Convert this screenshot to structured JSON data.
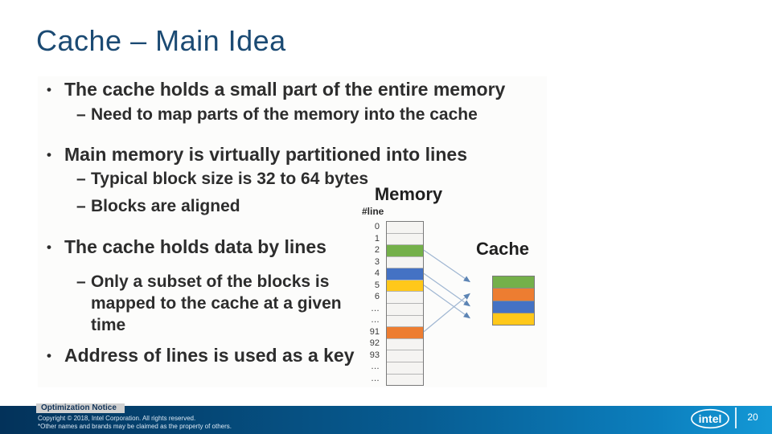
{
  "slide": {
    "title": "Cache – Main Idea",
    "title_color": "#1b4a73",
    "bullet_marker": "•",
    "sub_marker": "–",
    "bullets": [
      {
        "level": 1,
        "text": "The cache holds a small part of the entire memory"
      },
      {
        "level": 2,
        "text": "Need to map parts of the memory into the cache"
      },
      {
        "level": 1,
        "text": "Main memory is virtually partitioned into lines"
      },
      {
        "level": 2,
        "text": "Typical block size is 32 to 64 bytes"
      },
      {
        "level": 2,
        "text": "Blocks are aligned"
      },
      {
        "level": 1,
        "text": "The cache holds data by lines"
      },
      {
        "level": 2,
        "text": "Only a subset of the blocks is mapped to the cache at a given time"
      },
      {
        "level": 1,
        "text": "Address of lines is used as a key"
      }
    ]
  },
  "diagram": {
    "memory_label": "Memory",
    "line_index_label": "#line",
    "cache_label": "Cache",
    "memory_rows": [
      {
        "label": "0",
        "color": null
      },
      {
        "label": "1",
        "color": null
      },
      {
        "label": "2",
        "color": "green"
      },
      {
        "label": "3",
        "color": null
      },
      {
        "label": "4",
        "color": "blue"
      },
      {
        "label": "5",
        "color": "yellow"
      },
      {
        "label": "6",
        "color": null
      },
      {
        "label": "…",
        "color": null
      },
      {
        "label": "…",
        "color": null
      },
      {
        "label": "91",
        "color": "orange"
      },
      {
        "label": "92",
        "color": null
      },
      {
        "label": "93",
        "color": null
      },
      {
        "label": "…",
        "color": null
      },
      {
        "label": "…",
        "color": null
      }
    ],
    "cache_slots": [
      "green",
      "orange",
      "blue",
      "yellow"
    ],
    "mappings": [
      {
        "memory_line": "2",
        "memory_row_index": 2,
        "cache_slot_index": 0,
        "color": "green"
      },
      {
        "memory_line": "4",
        "memory_row_index": 4,
        "cache_slot_index": 2,
        "color": "blue"
      },
      {
        "memory_line": "5",
        "memory_row_index": 5,
        "cache_slot_index": 3,
        "color": "yellow"
      },
      {
        "memory_line": "91",
        "memory_row_index": 9,
        "cache_slot_index": 1,
        "color": "orange"
      }
    ],
    "colors": {
      "green": "#74b04a",
      "orange": "#ed7d31",
      "blue": "#4472c4",
      "yellow": "#ffc81a"
    },
    "arrow_color": "#9fb6d2"
  },
  "footer": {
    "notice_label": "Optimization Notice",
    "copyright_line1": "Copyright © 2018, Intel Corporation. All rights reserved.",
    "copyright_line2": "*Other names and brands may be claimed as the property of others.",
    "brand_logo": "intel",
    "page_number": "20",
    "bar_color_left": "#03325a",
    "bar_color_right": "#1499d6"
  }
}
